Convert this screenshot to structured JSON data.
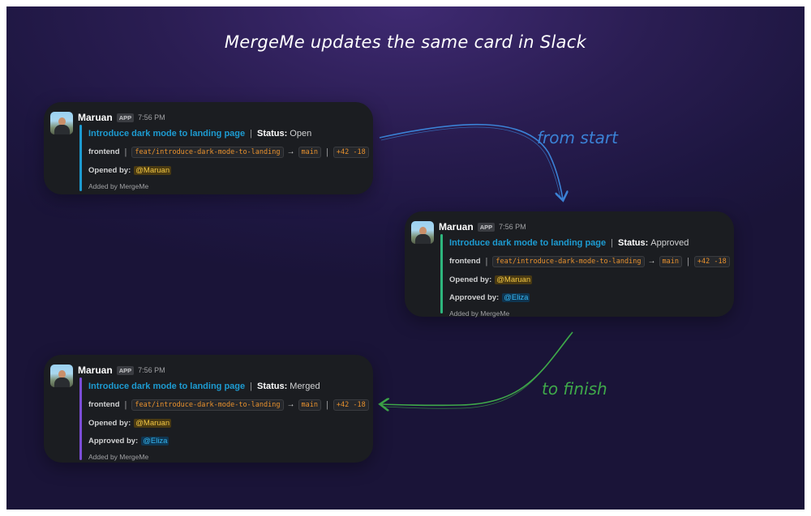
{
  "headline": "MergeMe updates the same card in Slack",
  "annotations": {
    "start": "from start",
    "finish": "to finish"
  },
  "colors": {
    "start_arrow": "#3b82d6",
    "finish_arrow": "#3fa94a",
    "link": "#1d9bd1",
    "branch": "#e8912d"
  },
  "cards": [
    {
      "sender": "Maruan",
      "badge": "APP",
      "time": "7:56 PM",
      "pr_title": "Introduce dark mode to landing page",
      "separator": "|",
      "status_label": "Status:",
      "status_value": "Open",
      "repo": "frontend",
      "branch": "feat/introduce-dark-mode-to-landing",
      "arrow": "→",
      "target": "main",
      "diff": "+42 -18",
      "opened_label": "Opened by:",
      "opened_user": "@Maruan",
      "footer": "Added by MergeMe",
      "bar_color": "#1d9bd1"
    },
    {
      "sender": "Maruan",
      "badge": "APP",
      "time": "7:56 PM",
      "pr_title": "Introduce dark mode to landing page",
      "separator": "|",
      "status_label": "Status:",
      "status_value": "Approved",
      "repo": "frontend",
      "branch": "feat/introduce-dark-mode-to-landing",
      "arrow": "→",
      "target": "main",
      "diff": "+42 -18",
      "opened_label": "Opened by:",
      "opened_user": "@Maruan",
      "approved_label": "Approved by:",
      "approved_user": "@Eliza",
      "footer": "Added by MergeMe",
      "bar_color": "#2eb67d"
    },
    {
      "sender": "Maruan",
      "badge": "APP",
      "time": "7:56 PM",
      "pr_title": "Introduce dark mode to landing page",
      "separator": "|",
      "status_label": "Status:",
      "status_value": "Merged",
      "repo": "frontend",
      "branch": "feat/introduce-dark-mode-to-landing",
      "arrow": "→",
      "target": "main",
      "diff": "+42 -18",
      "opened_label": "Opened by:",
      "opened_user": "@Maruan",
      "approved_label": "Approved by:",
      "approved_user": "@Eliza",
      "footer": "Added by MergeMe",
      "bar_color": "#7c4dd8"
    }
  ]
}
